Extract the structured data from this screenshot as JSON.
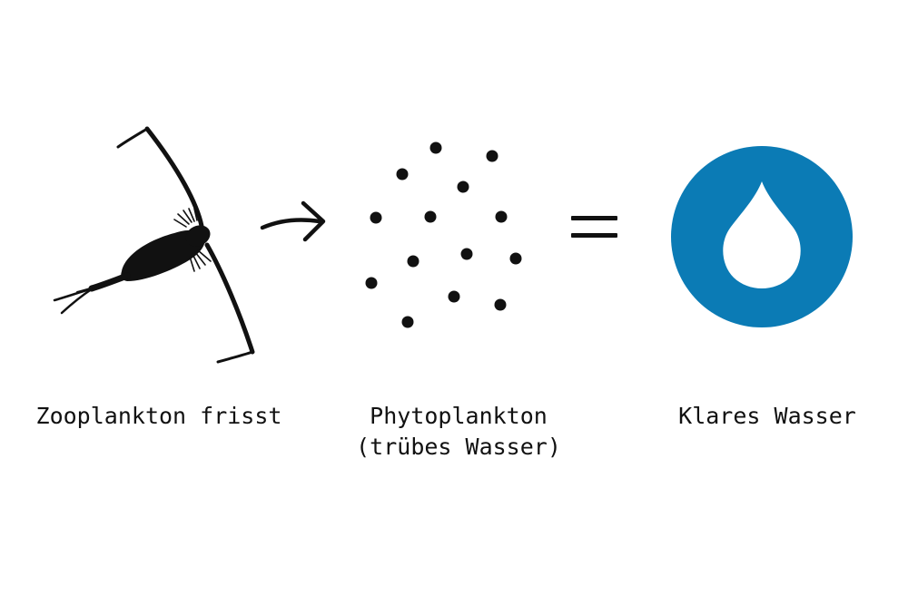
{
  "captions": {
    "zooplankton": "Zooplankton frisst",
    "phytoplankton_line1": "Phytoplankton",
    "phytoplankton_line2": "(trübes Wasser)",
    "clear_water": "Klares Wasser"
  },
  "icons": {
    "zooplankton": "copepod-icon",
    "arrow": "arrow-right-icon",
    "phytoplankton": "dots-cluster-icon",
    "equals": "equals-icon",
    "water": "water-drop-icon"
  },
  "colors": {
    "ink": "#111111",
    "water_circle": "#0b7bb5",
    "drop": "#ffffff"
  }
}
